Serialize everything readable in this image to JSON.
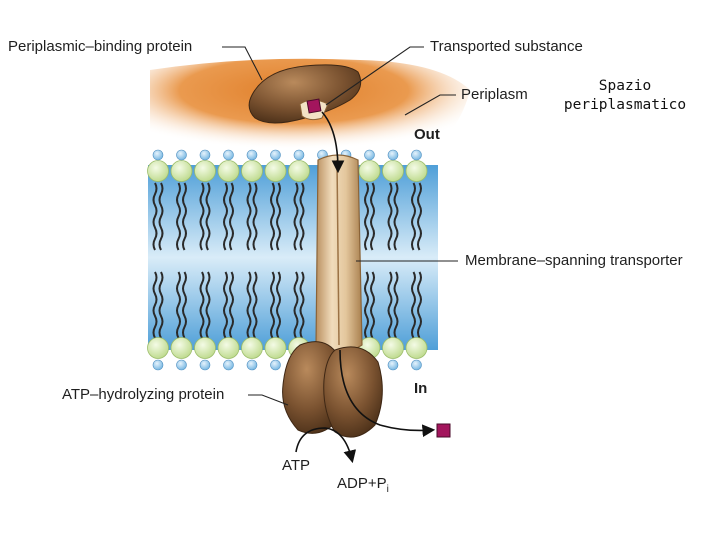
{
  "labels": {
    "periplasmic_binding_protein": "Periplasmic–binding protein",
    "transported_substance": "Transported substance",
    "periplasm": "Periplasm",
    "out": "Out",
    "in": "In",
    "membrane_spanning_transporter": "Membrane–spanning transporter",
    "atp_hydrolyzing_protein": "ATP–hydrolyzing protein",
    "atp": "ATP",
    "adp_pi": "ADP+P",
    "adp_pi_subscript": "i"
  },
  "annotation": {
    "line1": "Spazio",
    "line2": "periplasmatico"
  },
  "colors": {
    "periplasm": "#e07f2a",
    "membrane_blue": "#4f9fd8",
    "lipid_head": "#d7ecb0",
    "transporter": "#d9b98e",
    "protein_brown": "#7a5230",
    "substance": "#a3155d"
  }
}
